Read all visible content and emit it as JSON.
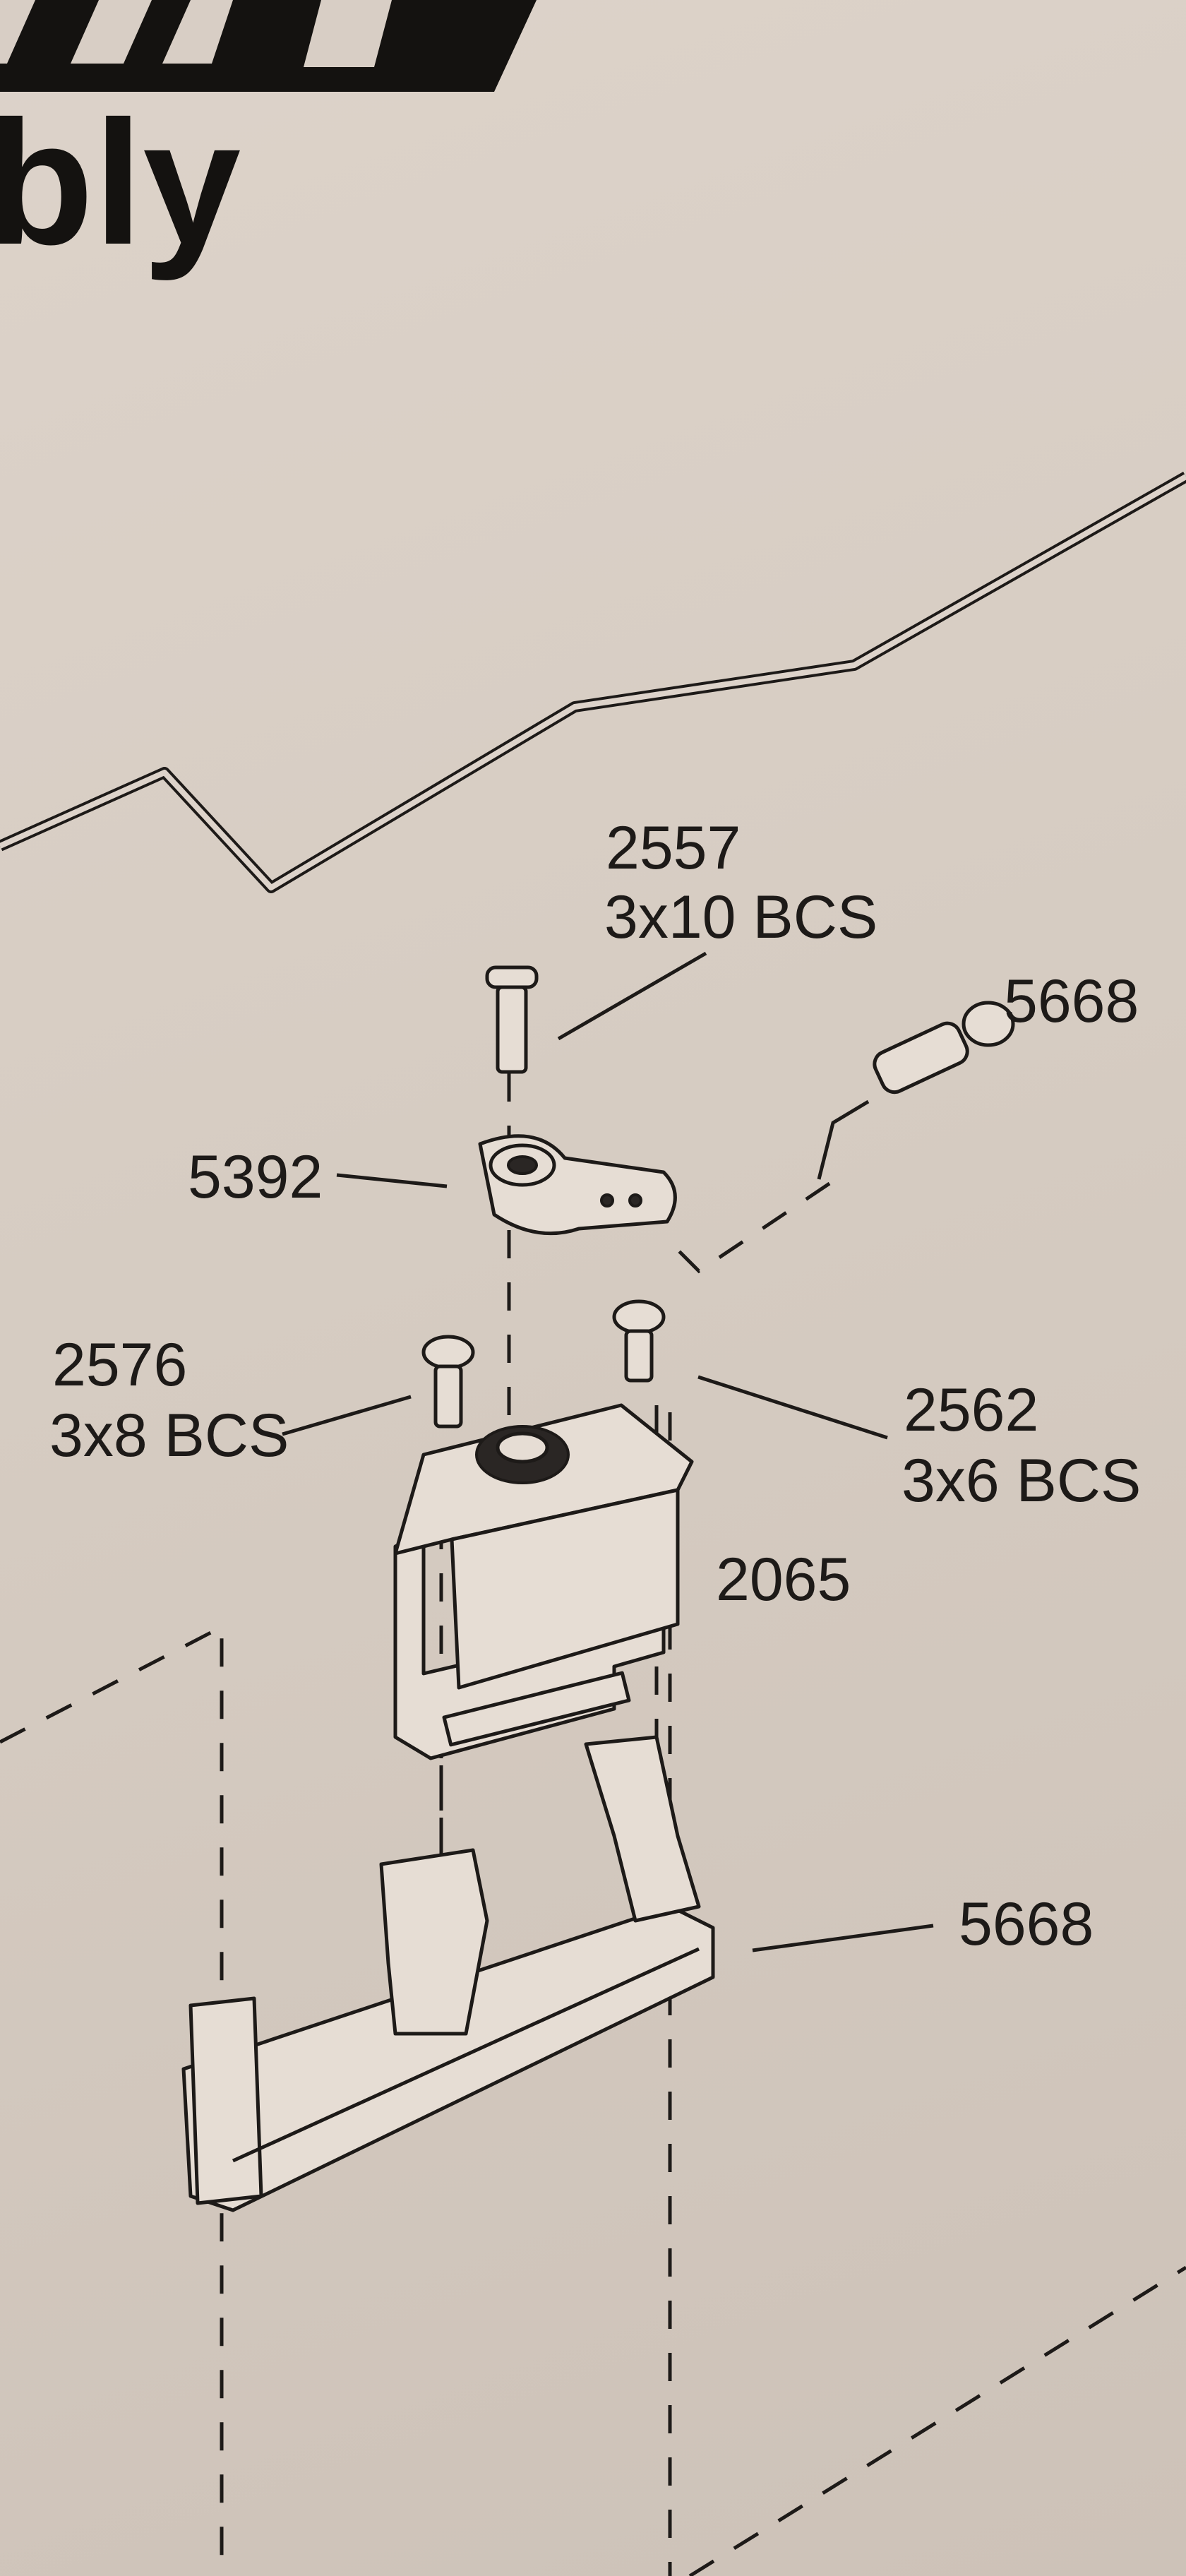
{
  "header": {
    "title_fragment": "bly"
  },
  "callouts": {
    "screw_top": {
      "part": "2557",
      "spec": "3x10 BCS"
    },
    "link_rod": {
      "part": "5668"
    },
    "servo_horn": {
      "part": "5392"
    },
    "screw_left": {
      "part": "2576",
      "spec": "3x8 BCS"
    },
    "screw_right": {
      "part": "2562",
      "spec": "3x6 BCS"
    },
    "servo": {
      "part": "2065"
    },
    "servo_mount": {
      "part": "5668"
    }
  }
}
